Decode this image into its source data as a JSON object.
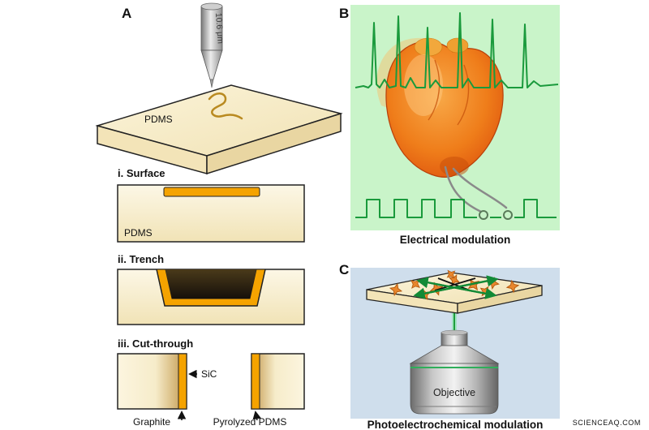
{
  "figure": {
    "panel_a": {
      "label": "A",
      "laser_width": "10.6 μm",
      "slab_material": "PDMS",
      "steps": {
        "surface": {
          "title": "i. Surface",
          "material": "PDMS"
        },
        "trench": {
          "title": "ii. Trench"
        },
        "cut_through": {
          "title": "iii. Cut-through",
          "sic_label": "SiC",
          "graphite_label": "Graphite",
          "pyrolyzed_label": "Pyrolyzed PDMS"
        }
      }
    },
    "panel_b": {
      "label": "B",
      "caption": "Electrical modulation"
    },
    "panel_c": {
      "label": "C",
      "objective_label": "Objective",
      "caption": "Photoelectrochemical modulation"
    }
  },
  "watermark": "SCIENCEAQ.COM",
  "colors": {
    "amber": "#F5A300",
    "cream": "#FAF2D7",
    "panel_b_bg": "#C9F4C9",
    "panel_c_bg": "#CFDEEC",
    "trace_green": "#1A9A3C",
    "heart_orange": "#E86110",
    "watermark": "#F2A58A"
  }
}
